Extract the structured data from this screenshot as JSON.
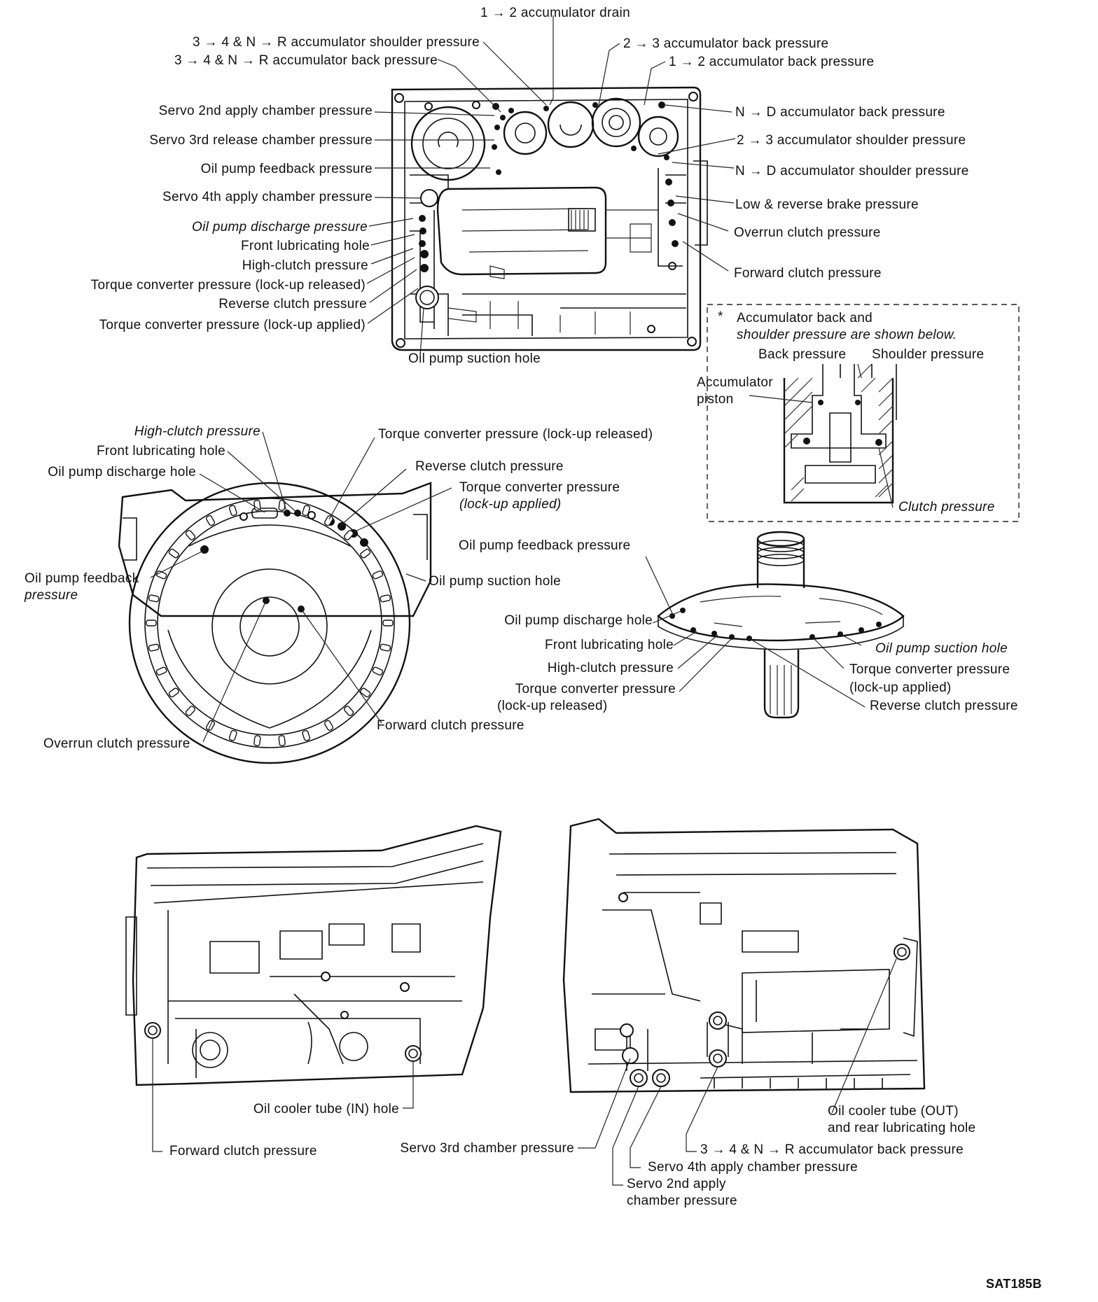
{
  "control_valve_view": {
    "labels": [
      "1 → 2 accumulator drain",
      "3 → 4 & N → R accumulator shoulder pressure",
      "3 → 4 & N → R accumulator back pressure",
      "Servo 2nd apply chamber pressure",
      "Servo 3rd release chamber pressure",
      "Oil pump feedback pressure",
      "Servo 4th apply chamber pressure",
      "Oil pump discharge pressure",
      "Front lubricating hole",
      "High-clutch pressure",
      "Torque converter pressure (lock-up released)",
      "Reverse clutch pressure",
      "Torque converter pressure (lock-up applied)",
      "Oil pump suction hole",
      "2 → 3 accumulator back pressure",
      "1 → 2 accumulator back pressure",
      "N → D accumulator back pressure",
      "2 → 3 accumulator shoulder pressure",
      "N → D accumulator shoulder pressure",
      "Low & reverse brake pressure",
      "Overrun clutch pressure",
      "Forward clutch pressure"
    ]
  },
  "accumulator_note": {
    "star": "*",
    "line1": "Accumulator back and",
    "line2": "shoulder pressure are shown below.",
    "back": "Back pressure",
    "shoulder": "Shoulder pressure",
    "piston1": "Accumulator",
    "piston2": "piston",
    "clutch": "Clutch pressure"
  },
  "case_front_view": {
    "labels": [
      "High-clutch pressure",
      "Front lubricating hole",
      "Oil pump discharge hole",
      "Torque converter pressure (lock-up released)",
      "Reverse clutch pressure",
      "Torque converter pressure",
      "(lock-up applied)",
      "Oil pump feedback",
      "pressure",
      "Oil pump suction hole",
      "Overrun clutch pressure",
      "Forward clutch pressure"
    ]
  },
  "oil_pump_view": {
    "labels": [
      "Oil pump feedback pressure",
      "Oil pump discharge hole",
      "Front lubricating hole",
      "High-clutch pressure",
      "Torque converter pressure",
      "(lock-up released)",
      "Oil pump suction hole",
      "Torque converter pressure",
      "(lock-up applied)",
      "Reverse clutch pressure"
    ]
  },
  "case_side_views": {
    "labels": [
      "Oil cooler tube (IN) hole",
      "Forward clutch pressure",
      "Servo 3rd chamber pressure",
      "Oil cooler tube (OUT)",
      "and rear lubricating hole",
      "3 → 4 & N → R accumulator back pressure",
      "Servo 4th apply chamber pressure",
      "Servo 2nd apply",
      "chamber pressure"
    ]
  },
  "figure_code": "SAT185B"
}
